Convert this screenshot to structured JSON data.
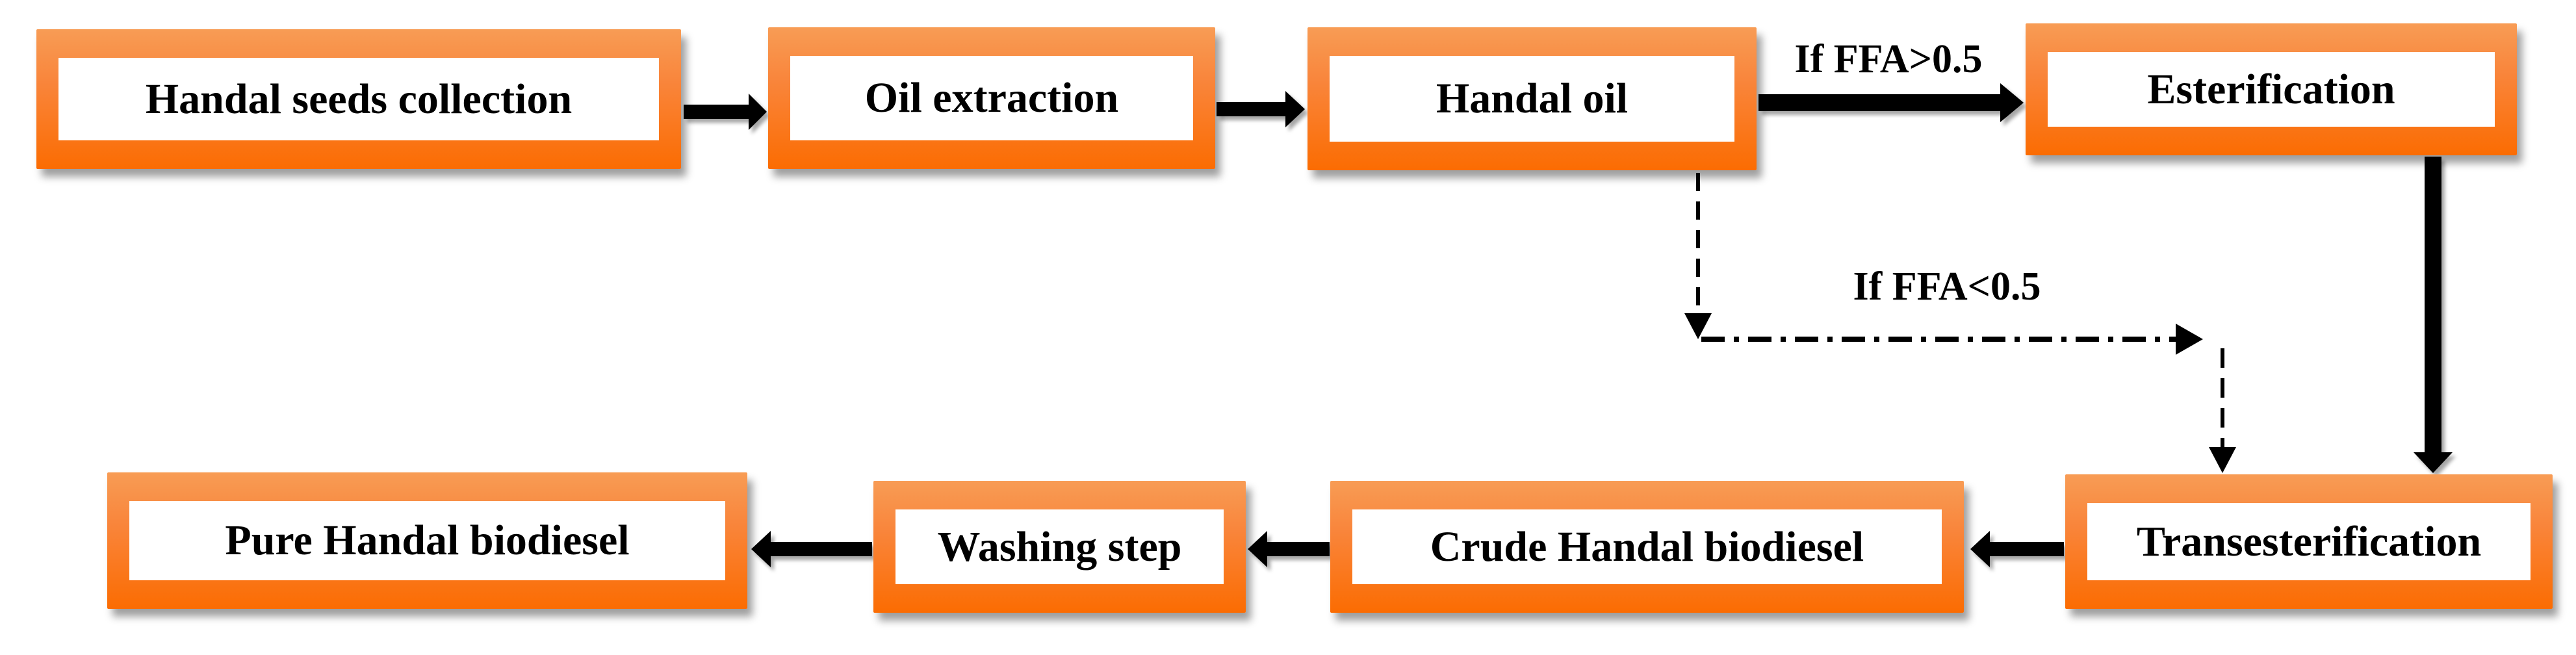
{
  "diagram_type": "flowchart",
  "nodes": [
    {
      "id": "handal-seeds-collection",
      "label": "Handal seeds collection"
    },
    {
      "id": "oil-extraction",
      "label": "Oil extraction"
    },
    {
      "id": "handal-oil",
      "label": "Handal oil"
    },
    {
      "id": "esterification",
      "label": "Esterification"
    },
    {
      "id": "transesterification",
      "label": "Transesterification"
    },
    {
      "id": "crude-handal-biodiesel",
      "label": "Crude Handal biodiesel"
    },
    {
      "id": "washing-step",
      "label": "Washing step"
    },
    {
      "id": "pure-handal-biodiesel",
      "label": "Pure Handal biodiesel"
    }
  ],
  "edges": [
    {
      "from": "handal-seeds-collection",
      "to": "oil-extraction",
      "style": "solid"
    },
    {
      "from": "oil-extraction",
      "to": "handal-oil",
      "style": "solid"
    },
    {
      "from": "handal-oil",
      "to": "esterification",
      "style": "solid",
      "label": "If FFA>0.5"
    },
    {
      "from": "esterification",
      "to": "transesterification",
      "style": "solid"
    },
    {
      "from": "handal-oil",
      "to": "transesterification",
      "style": "dash-dot",
      "label": "If FFA<0.5"
    },
    {
      "from": "transesterification",
      "to": "crude-handal-biodiesel",
      "style": "solid"
    },
    {
      "from": "crude-handal-biodiesel",
      "to": "washing-step",
      "style": "solid"
    },
    {
      "from": "washing-step",
      "to": "pure-handal-biodiesel",
      "style": "solid"
    }
  ],
  "colors": {
    "box_top": "#F89C55",
    "box_bottom": "#FB6C02",
    "box_plate": "#FFFFFF",
    "text": "#000000",
    "connector": "#000000",
    "bg": "#FFFFFF"
  }
}
